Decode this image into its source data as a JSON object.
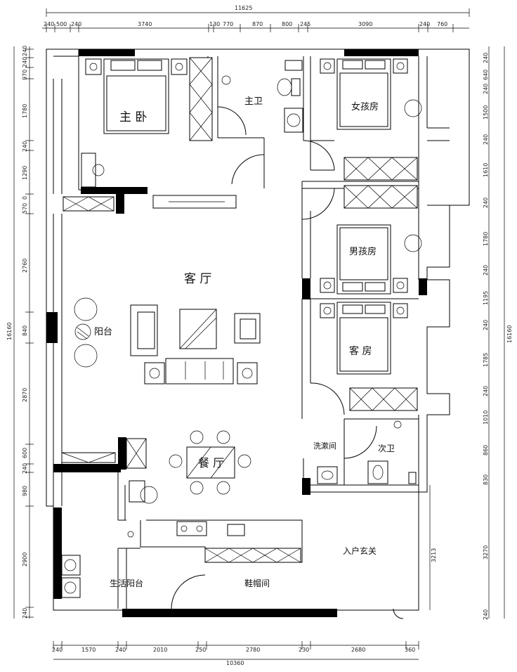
{
  "rooms": {
    "master_bedroom": "主 卧",
    "master_bath": "主卫",
    "girls_room": "女孩房",
    "living_room": "客 厅",
    "boys_room": "男孩房",
    "balcony": "阳台",
    "guest_room": "客 房",
    "dining_room": "餐 厅",
    "washroom": "洗漱间",
    "second_bath": "次卫",
    "entrance": "入户玄关",
    "service_balcony": "生活阳台",
    "cloakroom": "鞋帽间"
  },
  "dimensions": {
    "top_total": "11625",
    "top": [
      "240",
      "500",
      "240",
      "3740",
      "130",
      "770",
      "870",
      "800",
      "245",
      "3090",
      "240",
      "760"
    ],
    "bottom_total": "10360",
    "bottom": [
      "240",
      "1570",
      "240",
      "2010",
      "250",
      "2780",
      "230",
      "2680",
      "360"
    ],
    "left": [
      "240",
      "240",
      "970",
      "1780",
      "240",
      "1290",
      "0",
      "570",
      "2760",
      "840",
      "2870",
      "600",
      "240",
      "980",
      "2900",
      "240"
    ],
    "left_total": "16160",
    "right": [
      "240",
      "640",
      "240",
      "1500",
      "240",
      "1610",
      "240",
      "1780",
      "240",
      "1195",
      "240",
      "1785",
      "240",
      "1010",
      "860",
      "830",
      "3270",
      "240"
    ],
    "right_total": "16160",
    "right_inner": "3213"
  },
  "colors": {
    "wall": "#000000",
    "line": "#000000",
    "background": "#ffffff"
  }
}
